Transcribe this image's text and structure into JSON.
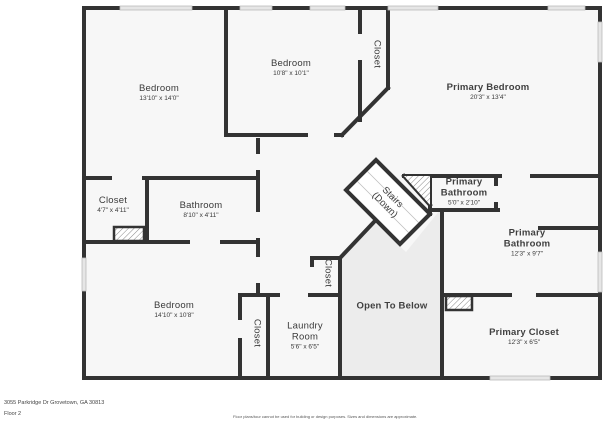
{
  "floorplan": {
    "colors": {
      "wall": "#333333",
      "floor": "#f7f7f7",
      "open_to_below": "#ececec",
      "window": "#cfcfcf",
      "background": "#ffffff"
    },
    "rooms": [
      {
        "id": "bedroom-nw",
        "name": "Bedroom",
        "dimensions": "13'10\" x 14'0\""
      },
      {
        "id": "bedroom-north",
        "name": "Bedroom",
        "dimensions": "10'8\" x 10'1\""
      },
      {
        "id": "closet-north",
        "name": "Closet",
        "dimensions": ""
      },
      {
        "id": "primary-bedroom",
        "name": "Primary Bedroom",
        "dimensions": "20'3\" x 13'4\""
      },
      {
        "id": "closet-west",
        "name": "Closet",
        "dimensions": "4'7\" x 4'11\""
      },
      {
        "id": "bathroom",
        "name": "Bathroom",
        "dimensions": "8'10\" x 4'11\""
      },
      {
        "id": "stairs",
        "name": "Stairs",
        "sub": "(Down)"
      },
      {
        "id": "primary-bathroom-small",
        "name": "Primary",
        "name2": "Bathroom",
        "dimensions": "5'0\" x 2'10\""
      },
      {
        "id": "primary-bathroom",
        "name": "Primary",
        "name2": "Bathroom",
        "dimensions": "12'3\" x 9'7\""
      },
      {
        "id": "bedroom-sw",
        "name": "Bedroom",
        "dimensions": "14'10\" x 10'8\""
      },
      {
        "id": "closet-small",
        "name": "Closet",
        "dimensions": ""
      },
      {
        "id": "closet-sw",
        "name": "Closet",
        "dimensions": ""
      },
      {
        "id": "laundry-room",
        "name": "Laundry",
        "name2": "Room",
        "dimensions": "5'6\" x 6'5\""
      },
      {
        "id": "open-to-below",
        "name": "Open To Below",
        "dimensions": ""
      },
      {
        "id": "primary-closet",
        "name": "Primary Closet",
        "dimensions": "12'3\" x 6'5\""
      }
    ]
  },
  "footer": {
    "address": "3055 Parkridge Dr Grovetown, GA 30813",
    "floor": "Floor 2",
    "disclaimer": "Floor plans/tour cannot be used for building or design purposes. Sizes and dimensions are approximate."
  }
}
